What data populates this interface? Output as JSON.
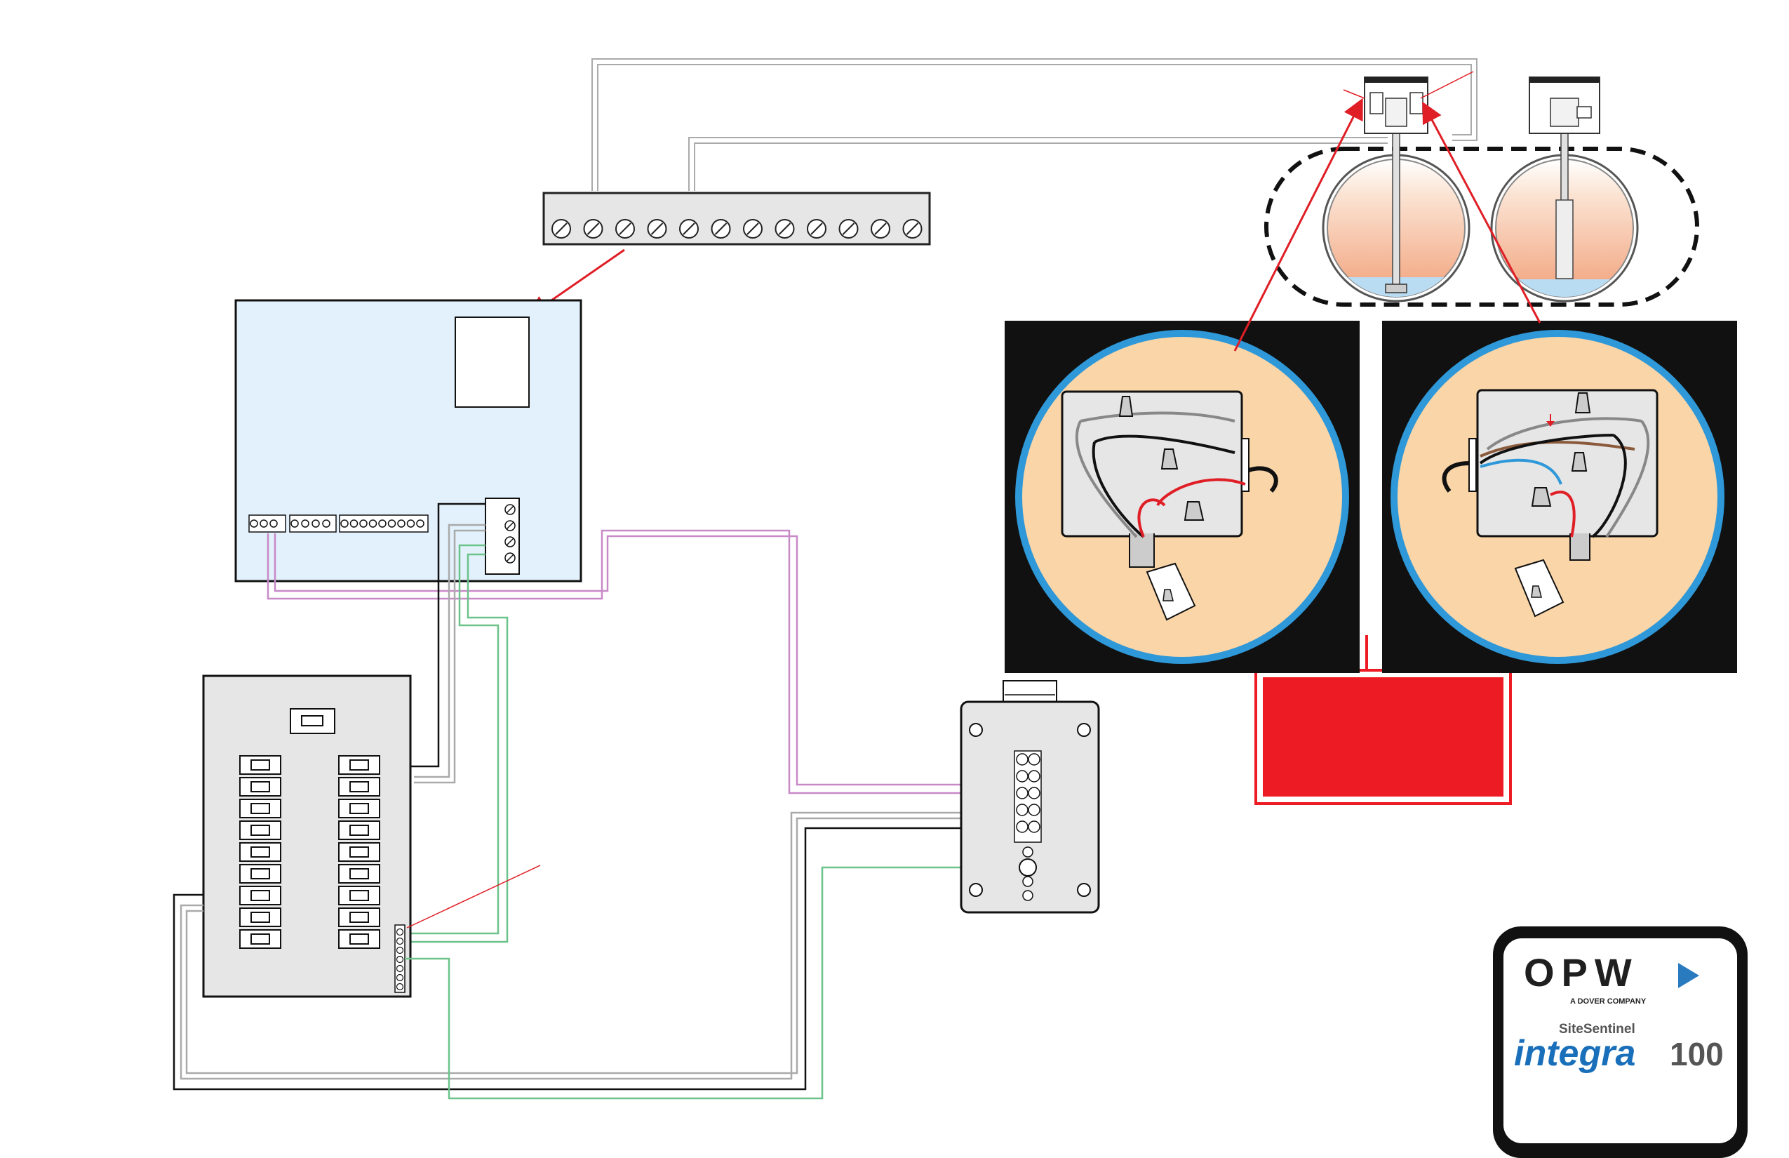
{
  "logo": {
    "brand": "OPW",
    "parent": "A DOVER COMPANY",
    "product_line": "SiteSentinel",
    "product_name": "integra",
    "product_number": "100",
    "brand_color": "#1f1f1f",
    "accent_color": "#2a7ac0",
    "integra_color": "#1a6fba"
  },
  "colors": {
    "console_fill": "#e2f1fb",
    "panel_fill": "#e6e6e6",
    "tank_fill": "#f7c9ac",
    "water_fill": "#b9dcf3",
    "detail_bg": "#f9d5a8",
    "detail_ring": "#2f98d8",
    "warning_red": "#ed1c24",
    "wire_purple": "#c889c8",
    "wire_green": "#6cc38a",
    "wire_gray": "#aaaaaa",
    "wire_black": "#111111",
    "arrow_red": "#e01e26"
  }
}
